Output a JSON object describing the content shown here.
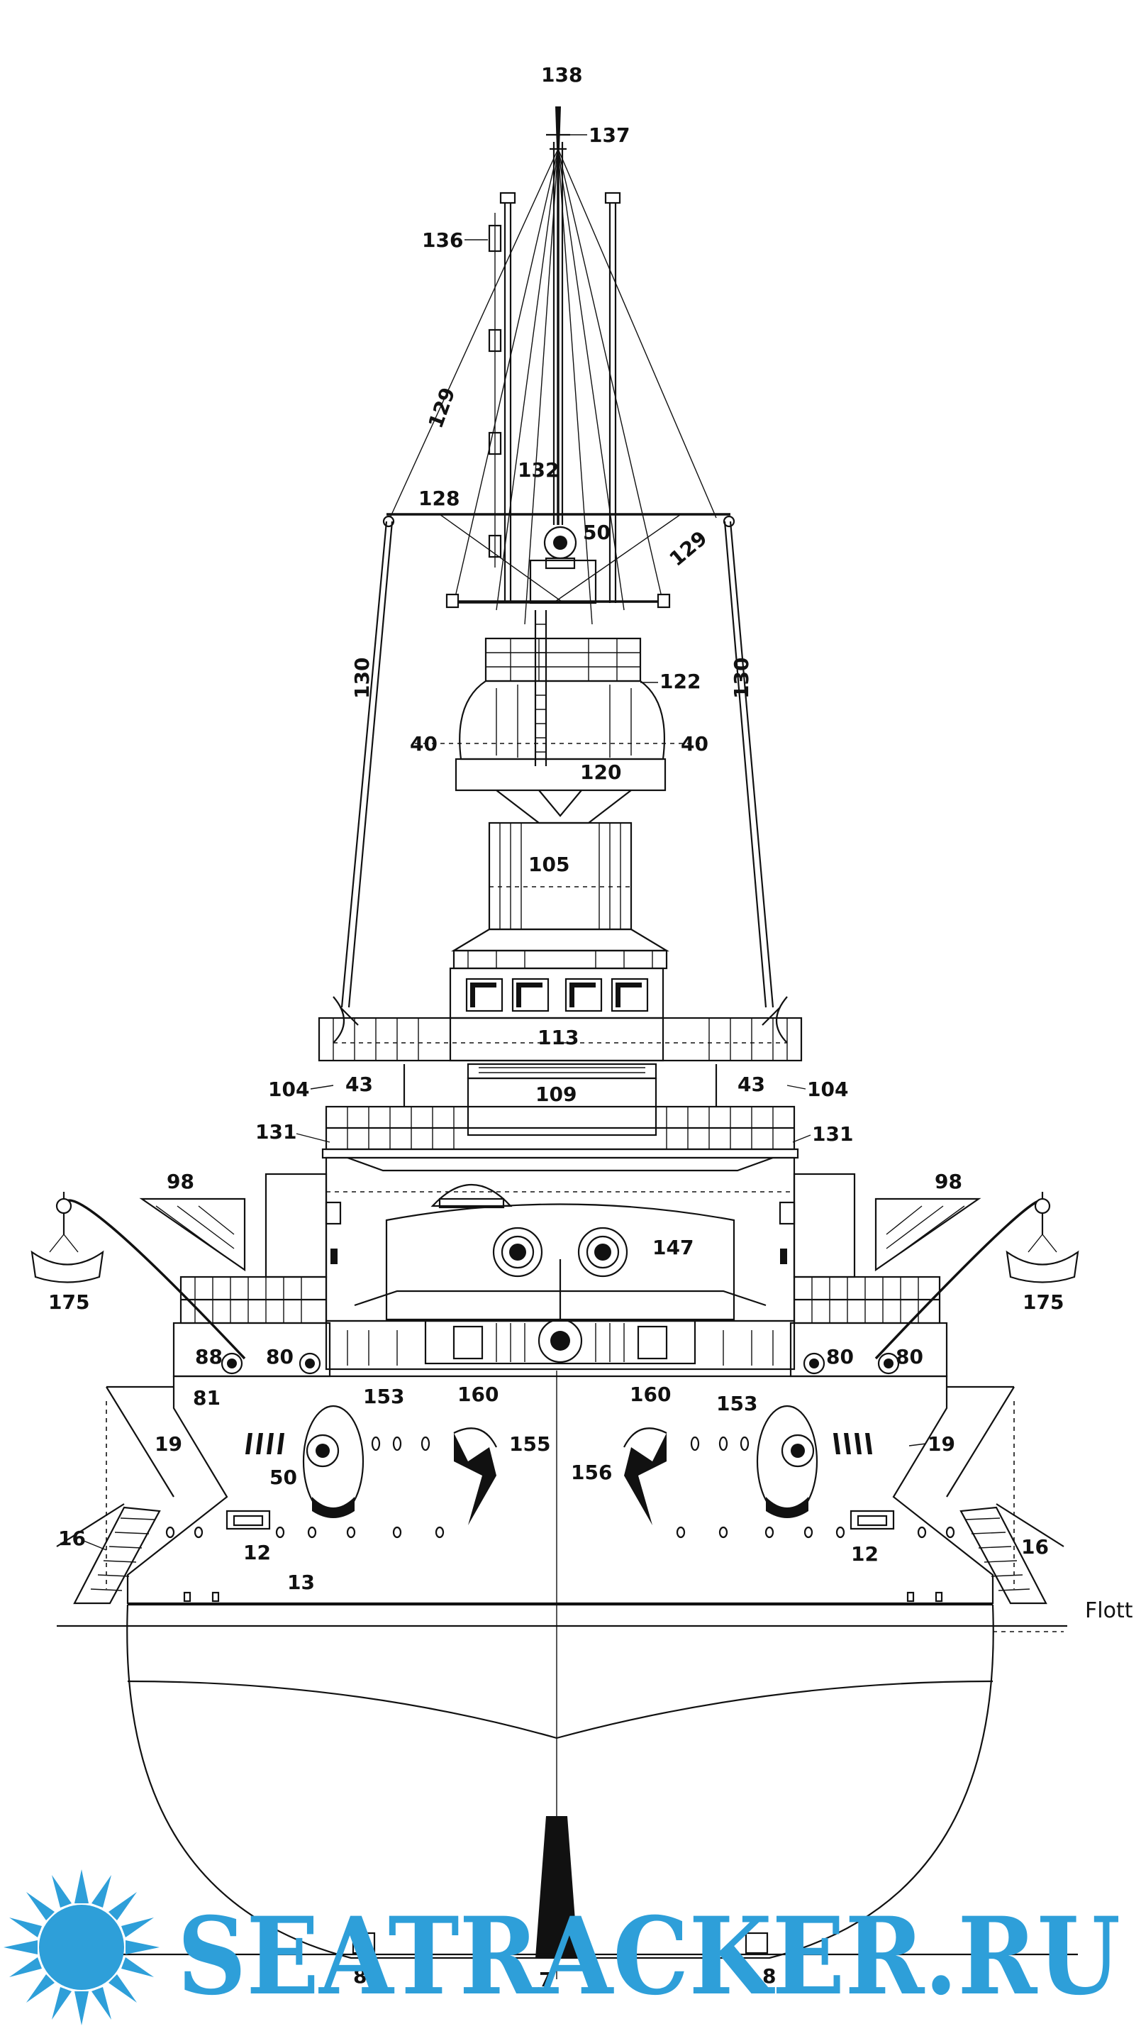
{
  "labels": {
    "l138": "138",
    "l137": "137",
    "l136": "136",
    "l129a": "129",
    "l129b": "129",
    "l132": "132",
    "l128": "128",
    "l50a": "50",
    "l50b": "50",
    "l130a": "130",
    "l130b": "130",
    "l122": "122",
    "l40a": "40",
    "l40b": "40",
    "l120": "120",
    "l105": "105",
    "l113": "113",
    "l104a": "104",
    "l104b": "104",
    "l43a": "43",
    "l43b": "43",
    "l109": "109",
    "l131a": "131",
    "l131b": "131",
    "l98a": "98",
    "l98b": "98",
    "l147": "147",
    "l175a": "175",
    "l175b": "175",
    "l88": "88",
    "l80a": "80",
    "l80b": "80",
    "l80c": "80",
    "l81": "81",
    "l153a": "153",
    "l153b": "153",
    "l160a": "160",
    "l160b": "160",
    "l19a": "19",
    "l19b": "19",
    "l155": "155",
    "l156": "156",
    "l16a": "16",
    "l16b": "16",
    "l12a": "12",
    "l12b": "12",
    "l13": "13",
    "l8a": "8",
    "l8b": "8",
    "l7": "7"
  },
  "waterline_note": "Flott",
  "watermark": "SEATRACKER.RU",
  "colors": {
    "line": "#111111",
    "watermark": "#2e9fd9",
    "background": "#ffffff"
  }
}
